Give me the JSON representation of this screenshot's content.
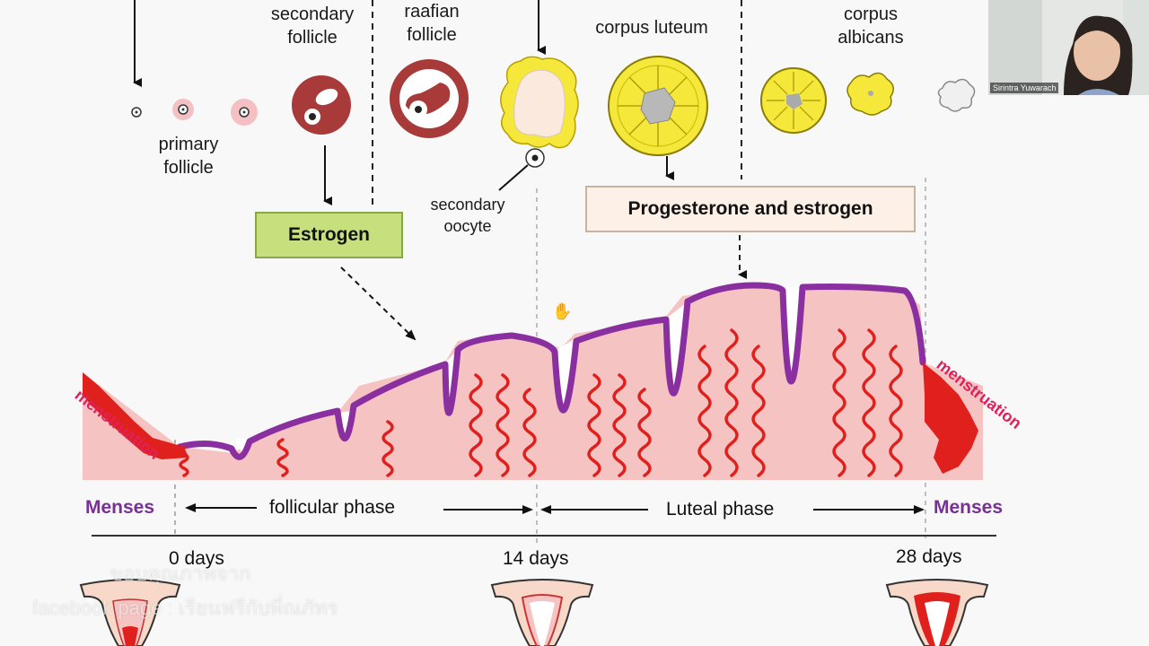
{
  "labels": {
    "secondary_follicle": "secondary\nfollicle",
    "raafian_follicle": "raafian\nfollicle",
    "corpus_luteum": "corpus luteum",
    "corpus_albicans": "corpus\nalbicans",
    "primary_follicle": "primary\nfollicle",
    "secondary_oocyte": "secondary\noocyte"
  },
  "hormones": {
    "estrogen": "Estrogen",
    "progesterone_estrogen": "Progesterone and estrogen"
  },
  "menstruation": "menstruation",
  "phases": {
    "menses_left": "Menses",
    "follicular": "follicular phase",
    "luteal": "Luteal phase",
    "menses_right": "Menses"
  },
  "days": {
    "day0": "0 days",
    "day14": "14 days",
    "day28": "28 days"
  },
  "watermark": {
    "line1": "ขอบคุณภาพจาก",
    "line2": "facebook page : เรียนฟรีกับพี่ณภัทร"
  },
  "video": {
    "participant_name": "Sirintra Yuwarach"
  },
  "colors": {
    "menses_purple": "#7a2f97",
    "endometrium_pink": "#f6c3c3",
    "vessel_red": "#e0201c",
    "corpus_yellow": "#f5e83a",
    "follicle_maroon": "#a83a3a",
    "estrogen_green": "#c7e07e"
  }
}
